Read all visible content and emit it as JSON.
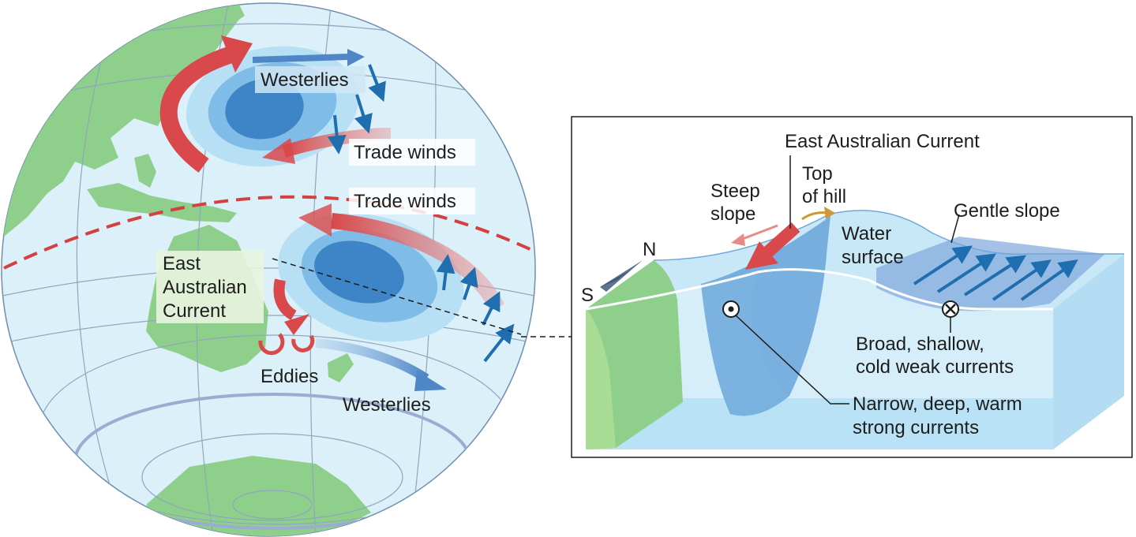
{
  "globe": {
    "westerlies_north": "Westerlies",
    "trade_winds_north": "Trade winds",
    "trade_winds_south": "Trade winds",
    "eac_line1": "East",
    "eac_line2": "Australian",
    "eac_line3": "Current",
    "eddies": "Eddies",
    "westerlies_south": "Westerlies"
  },
  "inset": {
    "title": "East Australian Current",
    "top_of_hill_1": "Top",
    "top_of_hill_2": "of hill",
    "steep_slope_1": "Steep",
    "steep_slope_2": "slope",
    "gentle_slope": "Gentle slope",
    "water_surface_1": "Water",
    "water_surface_2": "surface",
    "compass_n": "N",
    "compass_s": "S",
    "broad_1": "Broad, shallow,",
    "broad_2": "cold weak currents",
    "narrow_1": "Narrow, deep, warm",
    "narrow_2": "strong currents"
  },
  "colors": {
    "ocean": "#dcf0fa",
    "land": "#8fcf8c",
    "warm_arrow": "#d9484a",
    "cool_arrow": "#1f6fb0",
    "gyre_dark": "#3d85c6",
    "gyre_light": "#a9d6f2",
    "equator": "#d2403f"
  }
}
